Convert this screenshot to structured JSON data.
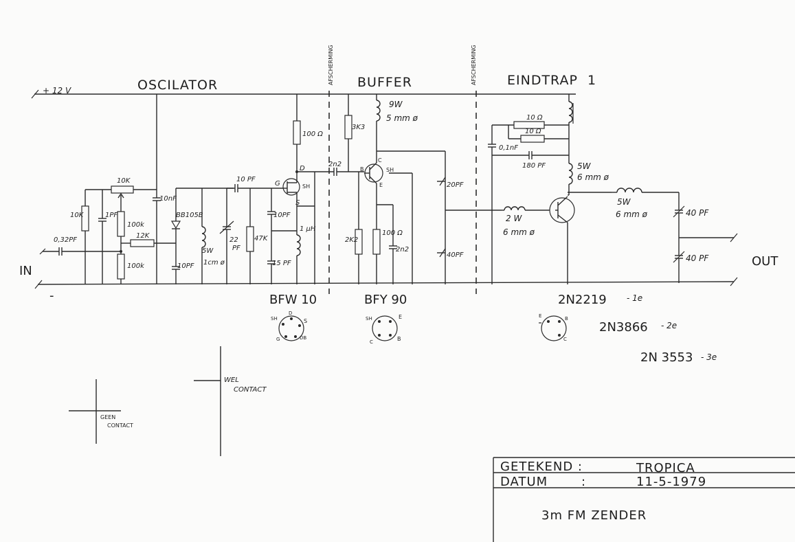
{
  "sections": {
    "oscillator": "OSCILATOR",
    "buffer": "BUFFER",
    "final_stage": "EINDTRAP",
    "final_stage_num": "1"
  },
  "shielding": [
    "AFSCHERMING",
    "AFSCHERMING"
  ],
  "rails": {
    "supply": "+ 12 V",
    "input": "IN",
    "minus": "-",
    "output": "OUT"
  },
  "components": {
    "r_10k_pot": "10K",
    "r_10k_left": "10K",
    "c_1pf": "1PF",
    "c_032pf": "0,32PF",
    "r_100k_top": "100k",
    "r_100k_bot": "100k",
    "r_12k": "12K",
    "c_10nf_left": "10nF",
    "varicap": "BB105B",
    "c_10pf_osc": "10PF",
    "l_5w": "5W",
    "l_1cm": "1cm ø",
    "c_10pf_top": "10 PF",
    "c_22pf": "22",
    "c_22pf_unit": "PF",
    "r_47k": "47K",
    "c_10pf_mid": "10PF",
    "c_15pf": "15 PF",
    "l_1uh": "1 µH",
    "r_100ohm_osc": "100 Ω",
    "c_2n2_coupling": "2n2",
    "r_3k3": "3K3",
    "l_9w": "9W",
    "l_9w_dia": "5 mm ø",
    "r_2k2": "2K2",
    "r_100ohm_buf": "100 Ω",
    "c_2n2_buf": "2n2",
    "c_20pf": "20PF",
    "c_40pf_buf": "40PF",
    "r_10ohm_a": "10 Ω",
    "r_10ohm_b": "10 Ω",
    "c_01nf": "0,1nF",
    "c_180pf": "180 PF",
    "l_5w_final": "5W",
    "l_5w_final_dia": "6 mm ø",
    "l_2w": "2 W",
    "l_2w_dia": "6 mm ø",
    "l_5w_out": "5W",
    "l_5w_out_dia": "6 mm ø",
    "c_40pf_out_a": "40 PF",
    "c_40pf_out_b": "40 PF"
  },
  "pins": {
    "fet_g": "G",
    "fet_d": "D",
    "fet_s": "S",
    "fet_sh": "SH",
    "bjt_b": "B",
    "bjt_c": "C",
    "bjt_e": "E",
    "bjt_sh": "SH"
  },
  "transistors": {
    "t1": "BFW 10",
    "t2": "BFY 90",
    "t3": "2N2219",
    "t3_stage": "- 1e",
    "t4": "2N3866",
    "t4_stage": "- 2e",
    "t5": "2N 3553",
    "t5_stage": "- 3e"
  },
  "pinouts": {
    "bfw10": [
      "SH",
      "D",
      "S",
      "G",
      "DB"
    ],
    "bfy90": [
      "SH",
      "E",
      "C",
      "B"
    ],
    "t3": [
      "E",
      "B",
      "C"
    ]
  },
  "legend": {
    "no_contact": [
      "GEEN",
      "CONTACT"
    ],
    "contact": [
      "WEL",
      "CONTACT"
    ]
  },
  "title_block": {
    "drawn_label": "GETEKEND :",
    "drawn_value": "TROPICA",
    "date_label": "DATUM",
    "date_colon": ":",
    "date_value": "11-5-1979",
    "title": "3m  FM  ZENDER"
  },
  "colors": {
    "ink": "#2a2a2a",
    "paper": "#fbfbfa"
  }
}
